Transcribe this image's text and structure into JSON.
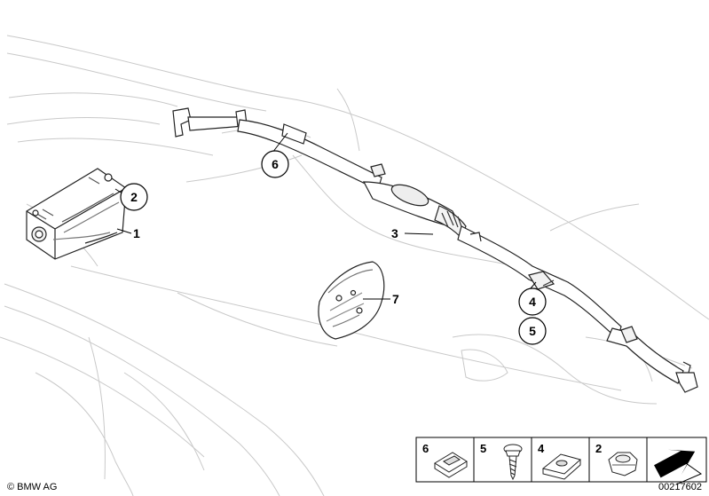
{
  "callouts": {
    "c1": "1",
    "c2": "2",
    "c3": "3",
    "c4": "4",
    "c5": "5",
    "c6": "6",
    "c7": "7"
  },
  "legend": {
    "cell1": "6",
    "cell2": "5",
    "cell3": "4",
    "cell4": "2"
  },
  "footer": {
    "copyright": "© BMW AG",
    "drawing_number": "00217602"
  }
}
